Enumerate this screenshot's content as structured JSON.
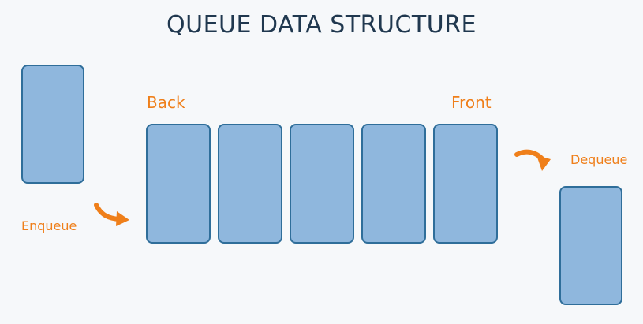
{
  "diagram": {
    "title": "QUEUE DATA STRUCTURE",
    "labels": {
      "back": "Back",
      "front": "Front",
      "enqueue": "Enqueue",
      "dequeue": "Dequeue"
    },
    "colors": {
      "title": "#20384f",
      "accent": "#ef7f1a",
      "box_fill": "#8fb7dd",
      "box_border": "#2f6e9a",
      "background": "#f6f8fa"
    },
    "queue_slot_count": 5,
    "icons": {
      "enqueue_arrow": "curved-arrow-right-icon",
      "dequeue_arrow": "curved-arrow-down-right-icon"
    }
  }
}
